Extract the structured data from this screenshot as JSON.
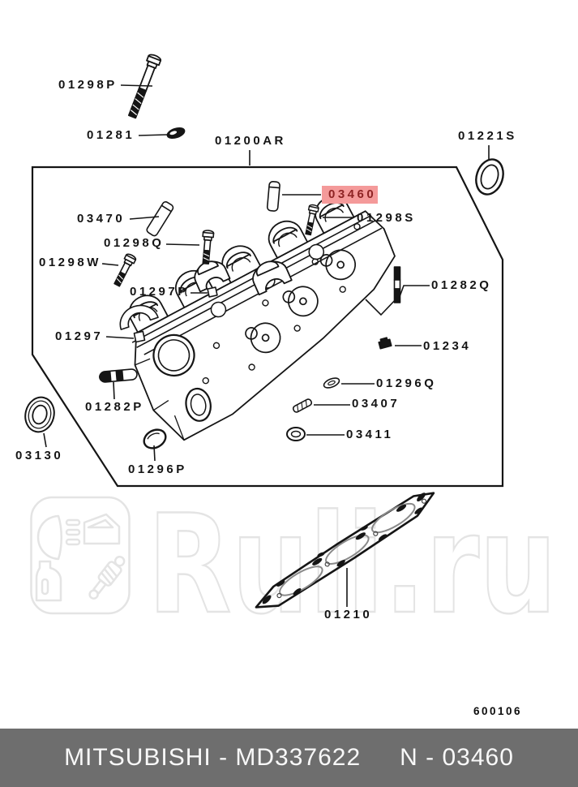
{
  "watermark": {
    "text": "Ruli.ru"
  },
  "sheet_number": "600106",
  "footer": {
    "brand_code": "MITSUBISHI - MD337622",
    "part_number": "N - 03460"
  },
  "colors": {
    "hl_bg": "#f49a9a",
    "hl_fg": "#8e2424",
    "footer_bg": "#6e6e6e",
    "footer_fg": "#f8f8f8",
    "line": "#151515",
    "watermark": "#e4e4e4"
  },
  "logo_icons": [
    "headlight-icon",
    "car-door-icon",
    "oil-can-icon",
    "shock-absorber-icon"
  ],
  "parts": [
    {
      "id": "01298P",
      "highlighted": false
    },
    {
      "id": "01281",
      "highlighted": false
    },
    {
      "id": "01200AR",
      "highlighted": false
    },
    {
      "id": "01221S",
      "highlighted": false
    },
    {
      "id": "03460",
      "highlighted": true
    },
    {
      "id": "01298S",
      "highlighted": false
    },
    {
      "id": "03470",
      "highlighted": false
    },
    {
      "id": "01298Q",
      "highlighted": false
    },
    {
      "id": "01298W",
      "highlighted": false
    },
    {
      "id": "01297P",
      "highlighted": false
    },
    {
      "id": "01282Q",
      "highlighted": false
    },
    {
      "id": "01297",
      "highlighted": false
    },
    {
      "id": "01234",
      "highlighted": false
    },
    {
      "id": "01296Q",
      "highlighted": false
    },
    {
      "id": "03407",
      "highlighted": false
    },
    {
      "id": "03411",
      "highlighted": false
    },
    {
      "id": "01282P",
      "highlighted": false
    },
    {
      "id": "03130",
      "highlighted": false
    },
    {
      "id": "01296P",
      "highlighted": false
    },
    {
      "id": "01210",
      "highlighted": false
    }
  ]
}
